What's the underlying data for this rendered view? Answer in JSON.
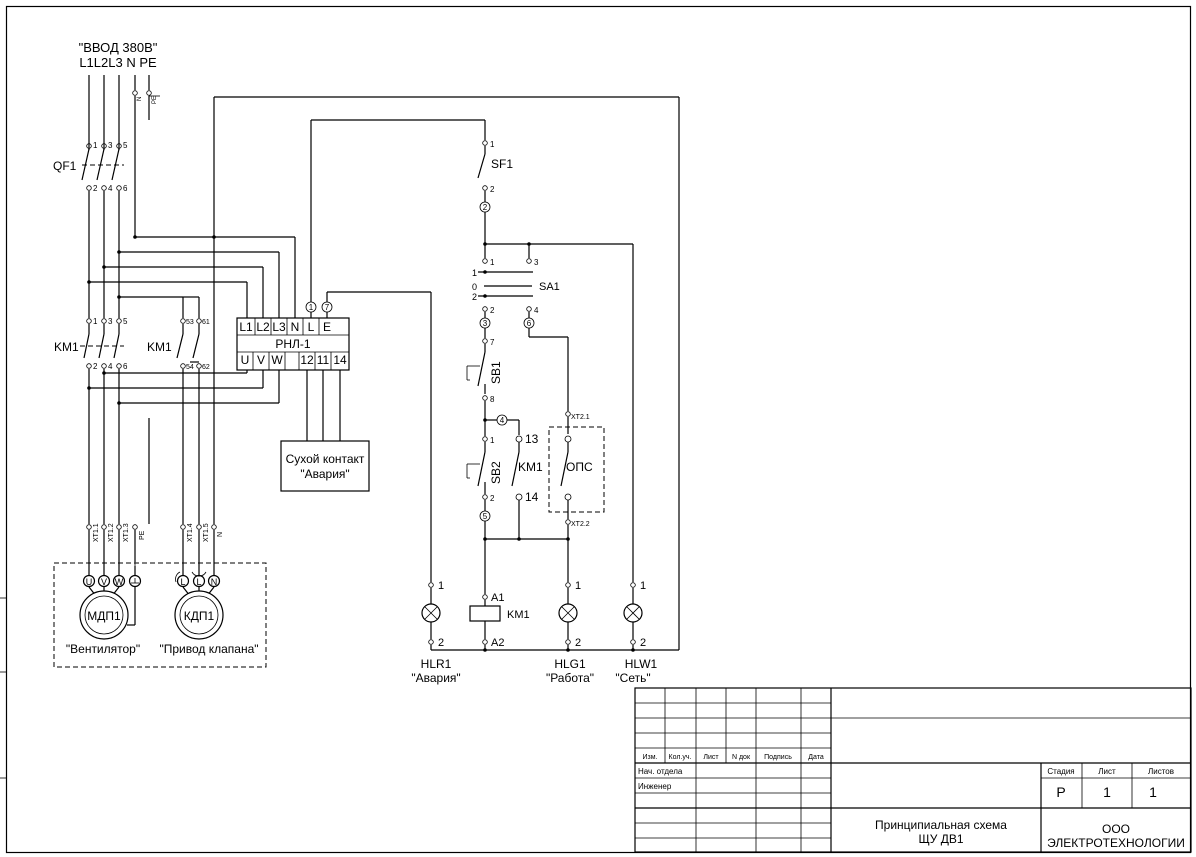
{
  "power_input": {
    "title": "\"ВВОД 380В\"",
    "phases": "L1L2L3 N PE",
    "n_label": "N",
    "pe_label": "PE"
  },
  "devices": {
    "qf1": "QF1",
    "km1_main": "KM1",
    "km1_aux": "KM1",
    "rnl": "РНЛ-1",
    "sf1": "SF1",
    "sa1": "SA1",
    "sb1": "SB1",
    "sb2": "SB2",
    "km1_hold": "KM1",
    "km1_coil": "KM1",
    "ops": "ОПС"
  },
  "rnl_terminals": {
    "top": [
      "L1",
      "L2",
      "L3",
      "N",
      "L",
      "E"
    ],
    "bottom": [
      "U",
      "V",
      "W",
      "12",
      "11",
      "14"
    ]
  },
  "dry_contact": {
    "line1": "Сухой контакт",
    "line2": "\"Авария\""
  },
  "motors": {
    "mdp": {
      "name": "МДП1",
      "caption": "\"Вентилятор\"",
      "terminals": [
        "U",
        "V",
        "W"
      ]
    },
    "kdp": {
      "name": "КДП1",
      "caption": "\"Привод клапана\"",
      "terminals": [
        "L",
        "L",
        "N"
      ]
    }
  },
  "xt_labels": {
    "xt1_1": "XT1.1",
    "xt1_2": "XT1.2",
    "xt1_3": "XT1.3",
    "pe": "PE",
    "xt1_4": "XT1.4",
    "xt1_5": "XT1.5",
    "n": "N"
  },
  "ops_terminals": {
    "top": "XT2.1",
    "bottom": "XT2.2"
  },
  "lamps": [
    {
      "id": "HLR1",
      "caption": "\"Авария\""
    },
    {
      "id": "HLG1",
      "caption": "\"Работа\""
    },
    {
      "id": "HLW1",
      "caption": "\"Сеть\""
    }
  ],
  "pins": {
    "p1": "1",
    "p2": "2",
    "p3": "3",
    "p4": "4",
    "p5": "5",
    "p6": "6",
    "p7": "7",
    "p8": "8",
    "p13": "13",
    "p14": "14",
    "p53": "53",
    "p54": "54",
    "p61": "61",
    "p62": "62",
    "a1": "A1",
    "a2": "A2",
    "sa0": "0",
    "sa1": "1",
    "sa2": "2"
  },
  "nodes": [
    "1",
    "2",
    "3",
    "4",
    "5",
    "6",
    "7"
  ],
  "title_block": {
    "head": [
      "Изм.",
      "Кол.уч.",
      "Лист",
      "N док",
      "Подпись",
      "Дата"
    ],
    "rows": [
      "Нач. отдела",
      "Инженер"
    ],
    "stage_label": "Стадия",
    "sheet_label": "Лист",
    "sheets_label": "Листов",
    "stage": "Р",
    "sheet": "1",
    "sheets": "1",
    "doc_title_1": "Принципиальная схема",
    "doc_title_2": "ЩУ ДВ1",
    "org_1": "ООО",
    "org_2": "ЭЛЕКТРОТЕХНОЛОГИИ"
  }
}
